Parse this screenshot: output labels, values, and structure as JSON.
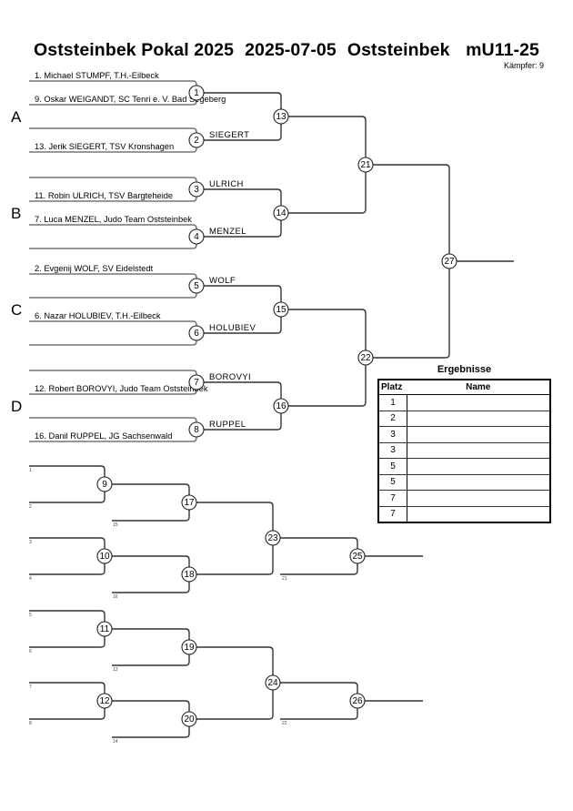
{
  "header": {
    "tournament": "Oststeinbek Pokal 2025",
    "date": "2025-07-05",
    "location": "Oststeinbek",
    "category": "mU11-25",
    "fighters_label": "Kämpfer:",
    "fighters_count": "9"
  },
  "pools": [
    {
      "label": "A"
    },
    {
      "label": "B"
    },
    {
      "label": "C"
    },
    {
      "label": "D"
    }
  ],
  "main_matches": [
    {
      "number": "1",
      "top": "1. Michael STUMPF, T.H.-Eilbeck",
      "bottom": "9. Oskar WEIGANDT, SC Tenri e. V. Bad Segeberg",
      "winner": ""
    },
    {
      "number": "2",
      "top": "",
      "bottom": "13. Jerik SIEGERT, TSV Kronshagen",
      "winner": "SIEGERT"
    },
    {
      "number": "3",
      "top": "",
      "bottom": "11. Robin ULRICH, TSV Bargteheide",
      "winner": "ULRICH"
    },
    {
      "number": "4",
      "top": "7. Luca MENZEL, Judo Team Oststeinbek",
      "bottom": "",
      "winner": "MENZEL"
    },
    {
      "number": "5",
      "top": "2. Evgenij WOLF, SV Eidelstedt",
      "bottom": "",
      "winner": "WOLF"
    },
    {
      "number": "6",
      "top": "6. Nazar HOLUBIEV, T.H.-Eilbeck",
      "bottom": "",
      "winner": "HOLUBIEV"
    },
    {
      "number": "7",
      "top": "",
      "bottom": "12. Robert BOROVYI, Judo Team Oststeinbek",
      "winner": "BOROVYI"
    },
    {
      "number": "8",
      "top": "",
      "bottom": "16. Danil RUPPEL, JG Sachsenwald",
      "winner": "RUPPEL"
    }
  ],
  "round2_matches": [
    {
      "number": "13"
    },
    {
      "number": "14"
    },
    {
      "number": "15"
    },
    {
      "number": "16"
    }
  ],
  "semifinal_matches": [
    {
      "number": "21"
    },
    {
      "number": "22"
    }
  ],
  "final_match": {
    "number": "27"
  },
  "repechage": [
    {
      "first": [
        {
          "number": "9",
          "top_ref": "1",
          "bottom_ref": "2"
        },
        {
          "number": "10",
          "top_ref": "3",
          "bottom_ref": "4"
        }
      ],
      "second": [
        {
          "number": "17",
          "ref": "15"
        },
        {
          "number": "18",
          "ref": "16"
        }
      ],
      "third": {
        "number": "23"
      },
      "bronze": {
        "number": "25",
        "ref": "21"
      }
    },
    {
      "first": [
        {
          "number": "11",
          "top_ref": "5",
          "bottom_ref": "6"
        },
        {
          "number": "12",
          "top_ref": "7",
          "bottom_ref": "8"
        }
      ],
      "second": [
        {
          "number": "19",
          "ref": "13"
        },
        {
          "number": "20",
          "ref": "14"
        }
      ],
      "third": {
        "number": "24"
      },
      "bronze": {
        "number": "26",
        "ref": "22"
      }
    }
  ],
  "results": {
    "title": "Ergebnisse",
    "col_place": "Platz",
    "col_name": "Name",
    "rows": [
      {
        "place": "1",
        "name": ""
      },
      {
        "place": "2",
        "name": ""
      },
      {
        "place": "3",
        "name": ""
      },
      {
        "place": "3",
        "name": ""
      },
      {
        "place": "5",
        "name": ""
      },
      {
        "place": "5",
        "name": ""
      },
      {
        "place": "7",
        "name": ""
      },
      {
        "place": "7",
        "name": ""
      }
    ]
  }
}
